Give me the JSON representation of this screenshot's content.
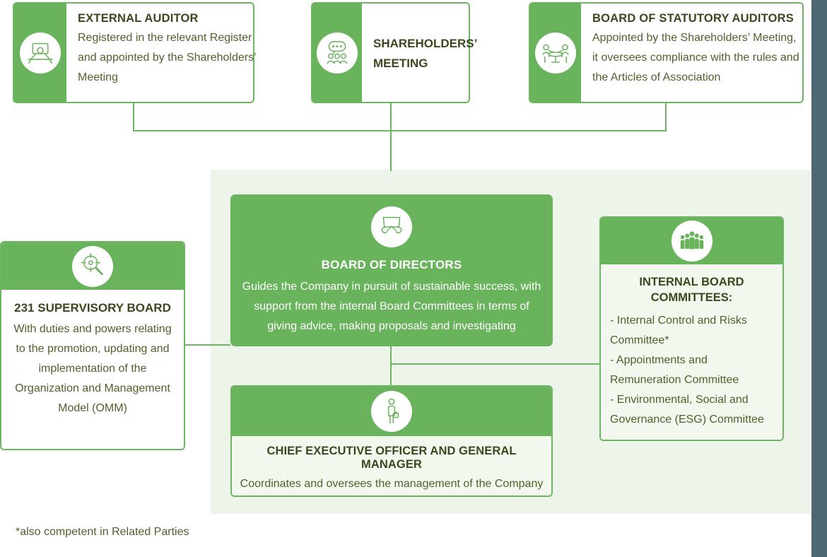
{
  "colors": {
    "green": "#6ab35d",
    "green_border": "#6eb561",
    "heading_text": "#3d471d",
    "body_text": "#51602b",
    "panel_bg": "#edf4ea",
    "light_body_bg": "#f3f8ef",
    "accent_bar": "#4d6872",
    "white": "#ffffff"
  },
  "nodes": {
    "external_auditor": {
      "title": "EXTERNAL AUDITOR",
      "description": "Registered in the relevant Register and appointed by the Shareholders’ Meeting",
      "icon": "auditor-desk-icon"
    },
    "shareholders_meeting": {
      "title": "SHAREHOLDERS’ MEETING",
      "icon": "people-discussion-icon"
    },
    "statutory_auditors": {
      "title": "BOARD OF STATUTORY AUDITORS",
      "description": "Appointed by the Shareholders’ Meeting, it oversees compliance with the rules and the Articles of Association",
      "icon": "people-at-table-icon"
    },
    "board_of_directors": {
      "title": "BOARD OF DIRECTORS",
      "description": "Guides the Company in pursuit of sustainable success, with support from the internal Board Committees in terms of giving advice, making proposals and investigating",
      "icon": "hands-holding-board-icon"
    },
    "internal_committees": {
      "title": "INTERNAL BOARD COMMITTEES:",
      "items": [
        "- Internal Control and Risks Committee*",
        "- Appointments and Remuneration Committee",
        "- Environmental, Social and Governance (ESG) Committee"
      ],
      "icon": "group-of-people-icon"
    },
    "supervisory_board": {
      "title": "231 SUPERVISORY BOARD",
      "description": "With duties and powers relating to the promotion, updating and implementation of the Organization and Management Model (OMM)",
      "icon": "magnifier-target-icon"
    },
    "ceo": {
      "title": "CHIEF EXECUTIVE OFFICER AND GENERAL MANAGER",
      "description": "Coordinates and oversees the management of the Company",
      "icon": "person-briefcase-icon"
    }
  },
  "footnote": "*also competent in Related Parties"
}
